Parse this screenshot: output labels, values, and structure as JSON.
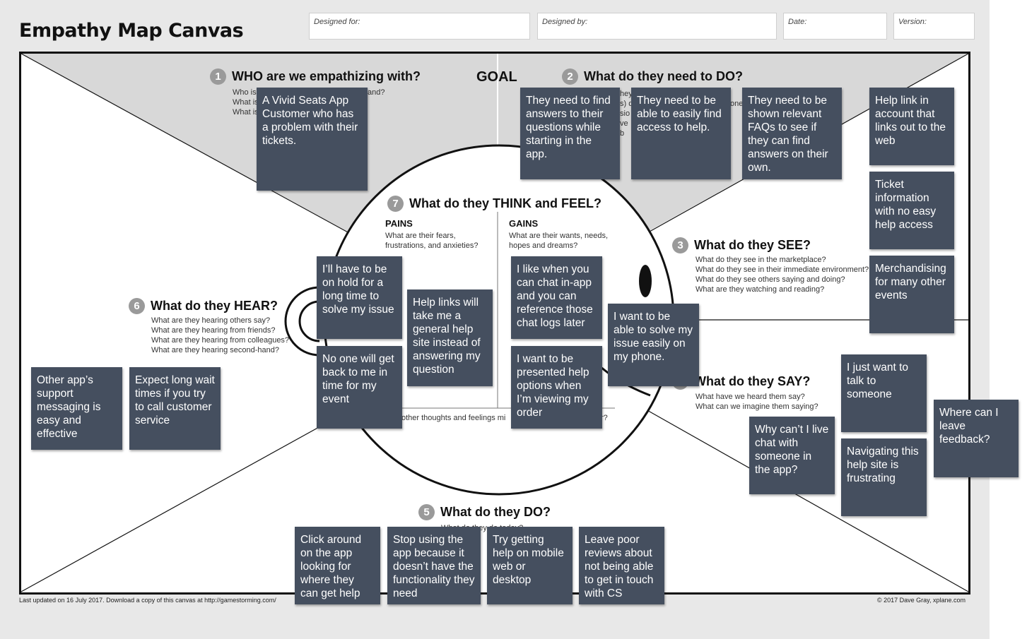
{
  "title": "Empathy Map Canvas",
  "meta": {
    "designed_for": "Designed for:",
    "designed_by": "Designed by:",
    "date": "Date:",
    "version": "Version:"
  },
  "goal": "GOAL",
  "sections": {
    "who": {
      "num": "1",
      "title": "WHO are we empathizing with?",
      "q1": "Who is",
      "q2": "What is",
      "q3": "What is",
      "q1_tail": "and?"
    },
    "need": {
      "num": "2",
      "title": "What do they need to DO?",
      "frag1": "hey",
      "frag2": "s) d",
      "frag3": "sio",
      "frag4": "ve b",
      "frag5": "one"
    },
    "see": {
      "num": "3",
      "title": "What do they SEE?",
      "questions": [
        "What do they see in the marketplace?",
        "What do they see in their immediate environment?",
        "What do they see others saying and doing?",
        "What are they watching and reading?"
      ]
    },
    "say": {
      "num": "4",
      "title": "What do they SAY?",
      "questions": [
        "What have we heard them say?",
        "What can we imagine them saying?"
      ]
    },
    "do": {
      "num": "5",
      "title": "What do they DO?",
      "frag": "What do they do today?"
    },
    "hear": {
      "num": "6",
      "title": "What do they HEAR?",
      "questions": [
        "What are they hearing others say?",
        "What are they hearing from friends?",
        "What are they hearing from colleagues?",
        "What are they hearing second-hand?"
      ]
    },
    "think": {
      "num": "7",
      "title": "What do they THINK and FEEL?",
      "other": "other thoughts and feelings mi",
      "other_tail": "r?"
    }
  },
  "pains": {
    "heading": "PAINS",
    "desc": "What are their fears, frustrations, and anxieties?"
  },
  "gains": {
    "heading": "GAINS",
    "desc": "What are their wants, needs, hopes and dreams?"
  },
  "notes": {
    "who": "A Vivid Seats App Customer who has a problem with their tickets.",
    "need1": "They need to find answers to their questions while starting in the app.",
    "need2": "They need to be able to easily find access to help.",
    "need3": "They need to be shown relevant FAQs to see if they can find answers on their own.",
    "see1": "Help link in account that links out to the web",
    "see2": "Ticket information with no easy help access",
    "see3": "Merchandising for many other events",
    "pain1": "I’ll have to be on hold for a long time to solve my issue",
    "pain2": "Help links will take me a general help site instead of answering my question",
    "pain3": "No one will get back to me in time for my event",
    "gain1": "I like when you can chat in-app and you can reference those chat logs later",
    "gain2": "I want to be presented help options when I’m viewing my order",
    "gain3": "I want to be able to solve my issue easily on my phone.",
    "hear1": "Other app’s support messaging is easy and effective",
    "hear2": "Expect long wait times if you try to call customer service",
    "say1": "I just want to talk to someone",
    "say2": "Where can I leave feedback?",
    "say3": "Why can’t I live chat with someone in the app?",
    "say4": "Navigating this help site is frustrating",
    "do1": "Click around on the app looking for where they can get help",
    "do2": "Stop using the app because it doesn’t have the functionality they need",
    "do3": "Try getting help on mobile web or desktop",
    "do4": "Leave poor reviews about not being able to get in touch with CS"
  },
  "footer": {
    "left": "Last updated on 16 July 2017. Download a copy of this canvas at http://gamestorming.com/",
    "right": "© 2017 Dave Gray, xplane.com"
  },
  "colors": {
    "sticky": "#454f5f",
    "badge": "#9a9a9a",
    "shade": "#d8d8d8"
  }
}
